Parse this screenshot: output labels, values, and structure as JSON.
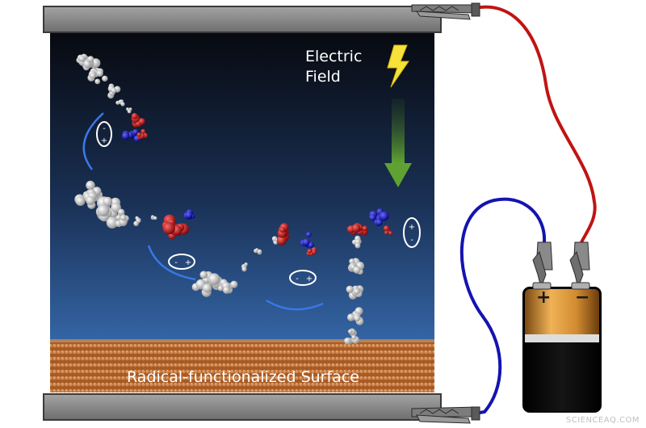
{
  "labels": {
    "field_line1": "Electric",
    "field_line2": "Field",
    "surface": "Radical-functionalized Surface",
    "charge_pair": "+ -",
    "battery_plus": "+",
    "battery_minus": "−"
  },
  "watermark": "SCIENCEAQ.COM",
  "icons": {
    "bolt": "lightning-bolt-icon",
    "arrow": "field-arrow-icon"
  },
  "colors": {
    "background_top": "#0a0d14",
    "background_bottom": "#2e5b9a",
    "surface": "#b8692f",
    "plate": "#8a8a8a",
    "bolt": "#f7e23b",
    "arrow": "#4c8a2a",
    "wire_red": "#c01414",
    "wire_blue": "#1414b0",
    "molecule_white": "#e4e4e4",
    "molecule_red": "#d01818",
    "molecule_blue": "#1a1acc",
    "arc": "#3a78e8"
  }
}
